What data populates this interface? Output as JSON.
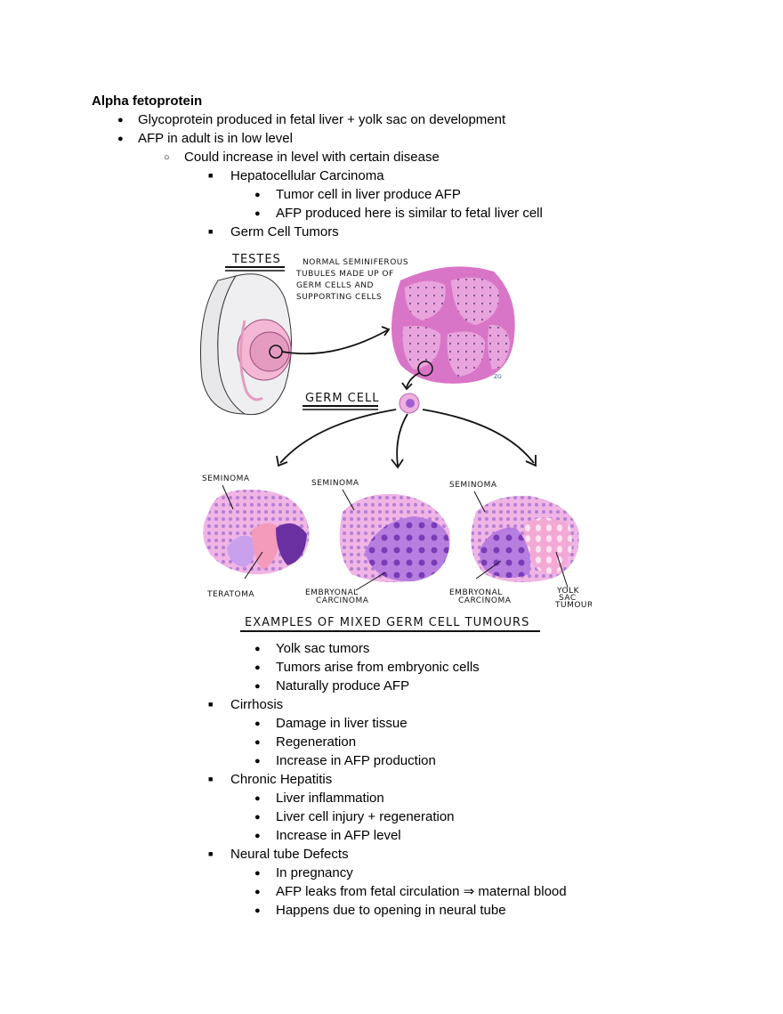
{
  "document": {
    "title": "Alpha fetoprotein",
    "level1": [
      "Glycoprotein produced in fetal liver + yolk sac on development",
      "AFP in adult is in low level"
    ],
    "level2": [
      "Could increase in level with certain disease"
    ],
    "diseases": [
      {
        "name": "Hepatocellular Carcinoma",
        "points": [
          "Tumor cell in liver produce AFP",
          "AFP produced here is similar to fetal liver cell"
        ]
      },
      {
        "name": "Germ Cell Tumors",
        "points": [
          "Yolk sac tumors",
          "Tumors arise from embryonic cells",
          "Naturally produce AFP"
        ]
      },
      {
        "name": "Cirrhosis",
        "points": [
          "Damage in liver tissue",
          "Regeneration",
          "Increase in AFP production"
        ]
      },
      {
        "name": "Chronic Hepatitis",
        "points": [
          "Liver inflammation",
          "Liver cell injury + regeneration",
          "Increase in AFP level"
        ]
      },
      {
        "name": "Neural tube Defects",
        "points": [
          "In pregnancy",
          "AFP leaks from fetal circulation ⇒ maternal blood",
          "Happens due to opening in neural tube"
        ]
      }
    ]
  },
  "figure": {
    "testes_label": "TESTES",
    "tubules_label": [
      "NORMAL SEMINIFEROUS",
      "TUBULES MADE UP OF",
      "GERM CELLS AND",
      "SUPPORTING CELLS"
    ],
    "germ_cell_label": "GERM CELL",
    "tumour1": {
      "top": "SEMINOMA",
      "bottom": "TERATOMA"
    },
    "tumour2": {
      "top": "SEMINOMA",
      "bottom1": "EMBRYONAL",
      "bottom2": "CARCINOMA"
    },
    "tumour3": {
      "top": "SEMINOMA",
      "bottom1": "EMBRYONAL",
      "bottom2": "CARCINOMA",
      "side1": "YOLK",
      "side2": "SAC",
      "side3": "TUMOUR"
    },
    "caption": "EXAMPLES OF MIXED GERM CELL TUMOURS",
    "colors": {
      "pink": "#e58fd0",
      "light_pink": "#f2b8e6",
      "purple": "#a05fd0",
      "dark_purple": "#6a2fa0",
      "salmon": "#f08fa8"
    }
  }
}
